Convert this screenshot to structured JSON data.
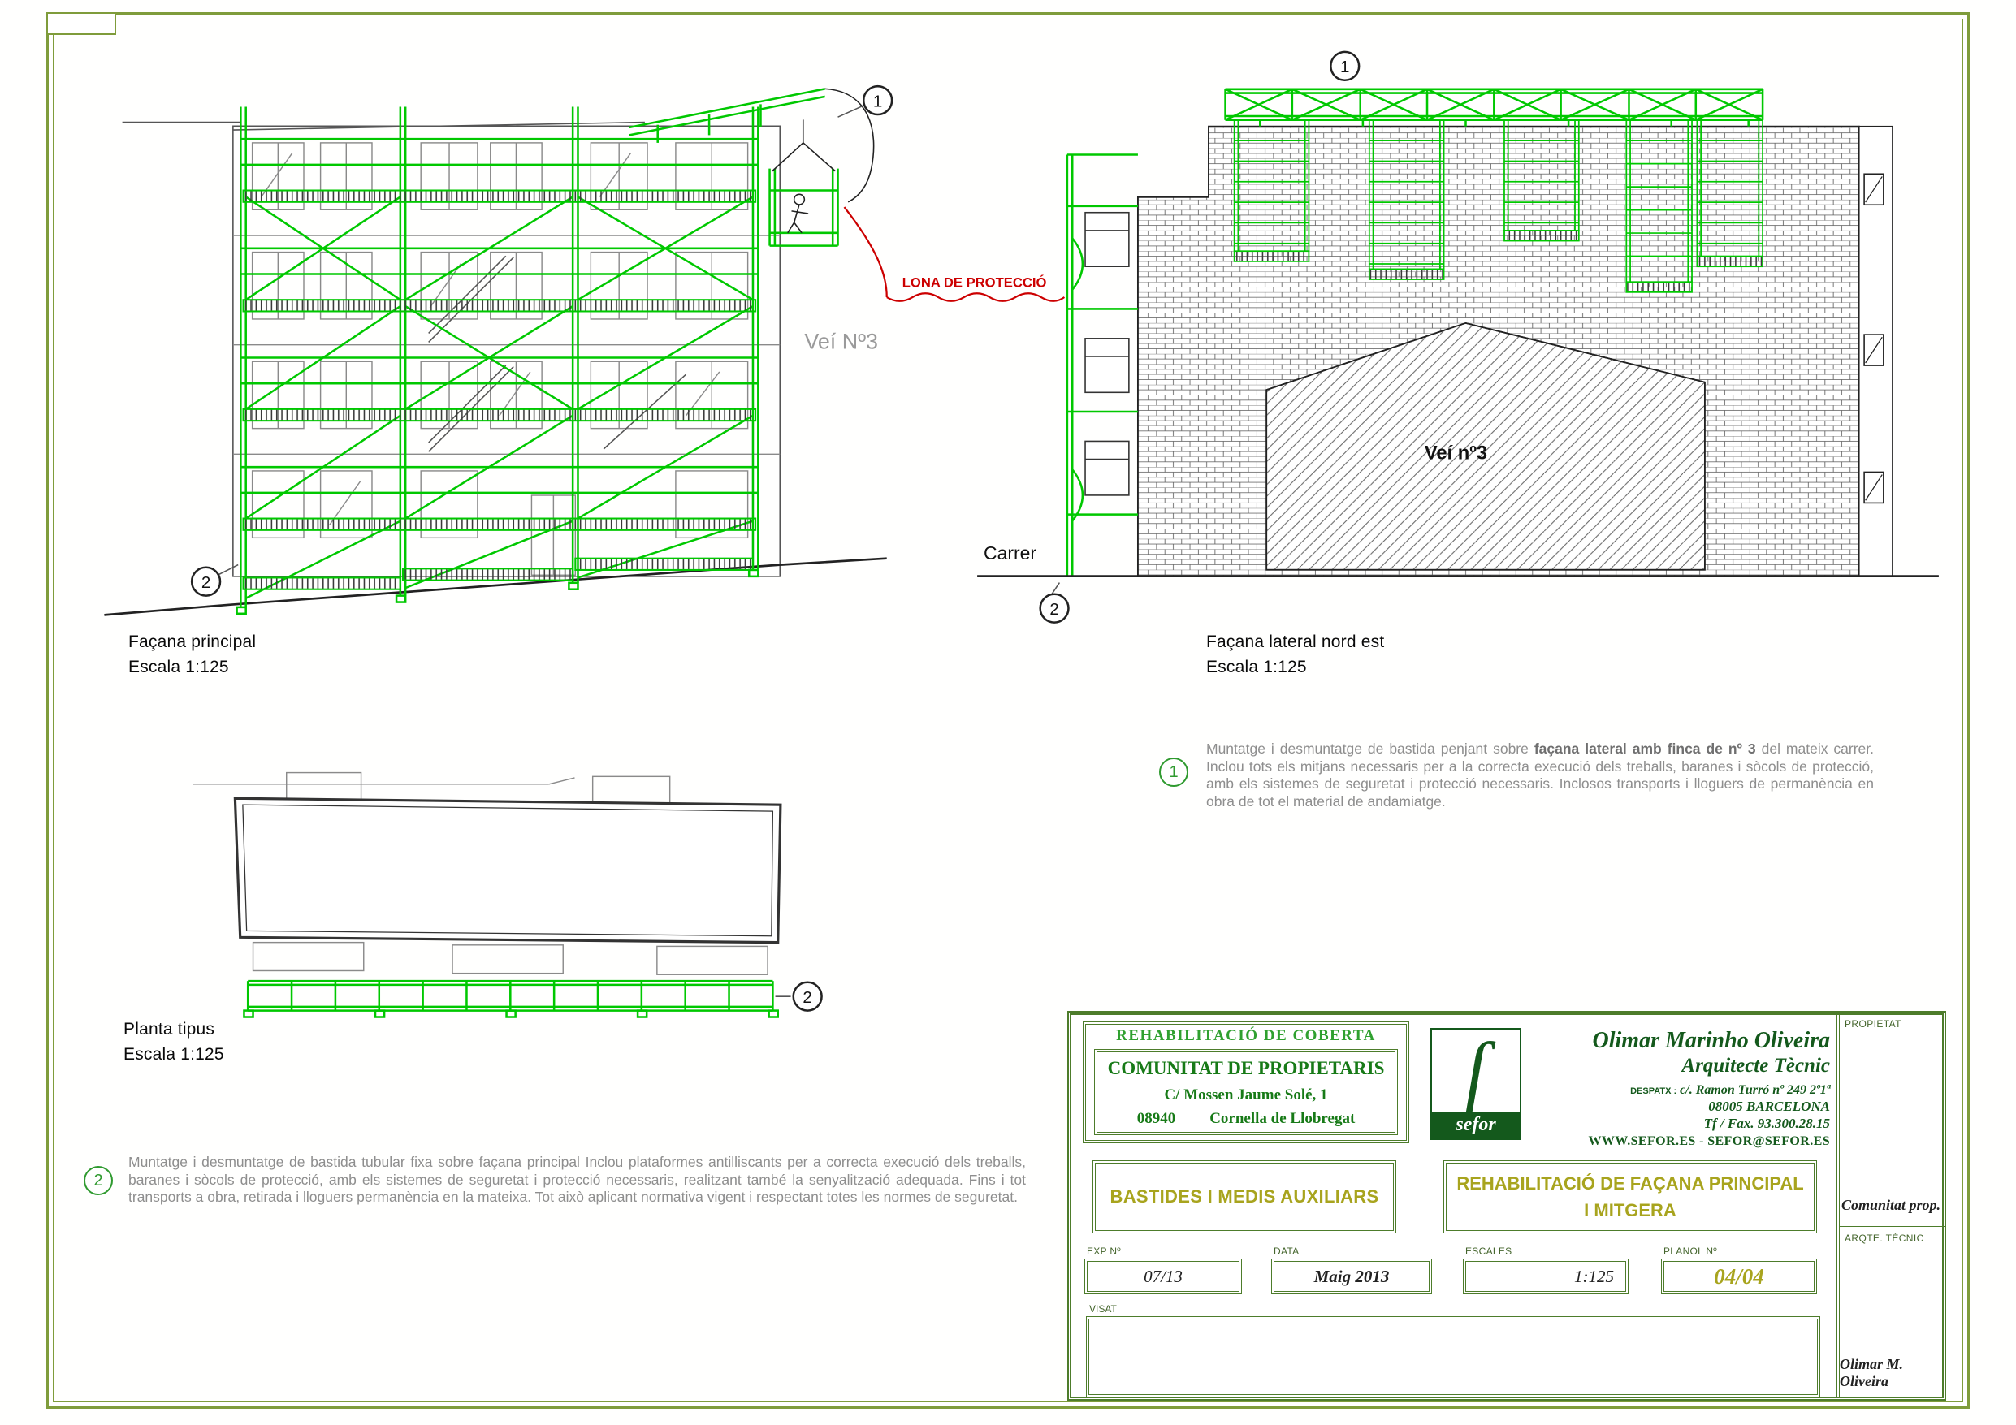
{
  "drawings": {
    "principal": {
      "caption": "Façana principal",
      "scale": "Escala 1:125",
      "marker_top": "1",
      "marker_bottom": "2",
      "neighbor_label": "Veí Nº3",
      "lona_label": "LONA DE PROTECCIÓ"
    },
    "lateral": {
      "caption": "Façana lateral nord est",
      "scale": "Escala 1:125",
      "marker_top": "1",
      "marker_bottom": "2",
      "neighbor_label": "Veí nº3",
      "street_label": "Carrer"
    },
    "planta": {
      "caption": "Planta tipus",
      "scale": "Escala 1:125",
      "marker": "2"
    }
  },
  "notes": {
    "note1": {
      "marker": "1",
      "text_before": "Muntatge i desmuntatge de bastida penjant sobre ",
      "text_bold": "façana lateral amb finca de nº 3",
      "text_after": " del mateix carrer. Inclou tots els mitjans necessaris per a la correcta execució dels treballs, baranes i sòcols de protecció, amb els sistemes de seguretat i protecció necessaris. Inclosos transports i lloguers de permanència en obra de tot el material de andamiatge."
    },
    "note2": {
      "marker": "2",
      "text": "Muntatge i desmuntatge de bastida tubular fixa sobre façana principal Inclou plataformes antilliscants per a correcta execució dels treballs, baranes i sòcols de protecció, amb els sistemes de seguretat i protecció necessaris, realitzant també la senyalització adequada. Fins i tot transports a obra, retirada i lloguers permanència en la mateixa. Tot això aplicant normativa vigent i respectant totes les normes de seguretat."
    }
  },
  "title_block": {
    "project_header": "REHABILITACIÓ DE COBERTA",
    "client_name": "COMUNITAT DE PROPIETARIS",
    "client_address": "C/ Mossen Jaume Solé, 1",
    "client_zip": "08940",
    "client_city": "Cornella de Llobregat",
    "logo": {
      "glyph": "ſ",
      "word": "sefor"
    },
    "architect": {
      "name": "Olimar Marinho Oliveira",
      "title": "Arquitecte Tècnic",
      "despatx_label": "DESPATX :",
      "despatx_address": "c/. Ramon Turró nº 249 2º1ª",
      "city": "08005 BARCELONA",
      "phone": "Tf / Fax. 93.300.28.15",
      "web": "WWW.SEFOR.ES - SEFOR@SEFOR.ES"
    },
    "subject": "BASTIDES I MEDIS AUXILIARS",
    "sheet_title_line1": "REHABILITACIÓ DE FAÇANA PRINCIPAL",
    "sheet_title_line2": "I MITGERA",
    "fields": {
      "exp_label": "EXP Nº",
      "exp_value": "07/13",
      "data_label": "DATA",
      "data_value": "Maig 2013",
      "escales_label": "ESCALES",
      "escales_value": "1:125",
      "planol_label": "PLANOL Nº",
      "planol_value": "04/04"
    },
    "visat_label": "VISAT",
    "propietat_label": "PROPIETAT",
    "propietat_value": "Comunitat prop.",
    "arqte_label": "ARQTE. TÈCNIC",
    "arqte_value": "Olimar M. Oliveira"
  },
  "colors": {
    "scaffold_green": "#00c800",
    "frame_olive": "#7f9c3b",
    "block_border_green": "#4d7c2b",
    "text_green": "#177a17",
    "architect_green": "#14591c",
    "accent_olive": "#a8a41e",
    "protection_red": "#cc0000"
  }
}
